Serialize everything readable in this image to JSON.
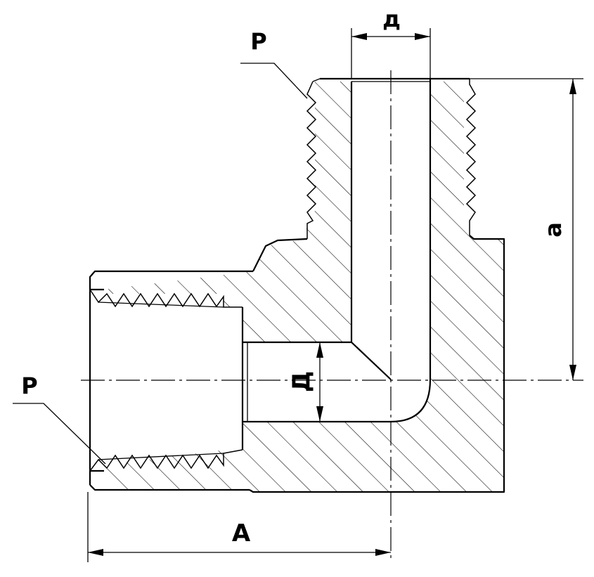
{
  "drawing": {
    "labels": {
      "thread_top": "Р",
      "thread_bottom": "Р",
      "bore_small": "д",
      "bore_large": "Д",
      "height": "а",
      "length": "А"
    },
    "colors": {
      "line": "#000000",
      "background": "#ffffff"
    }
  }
}
